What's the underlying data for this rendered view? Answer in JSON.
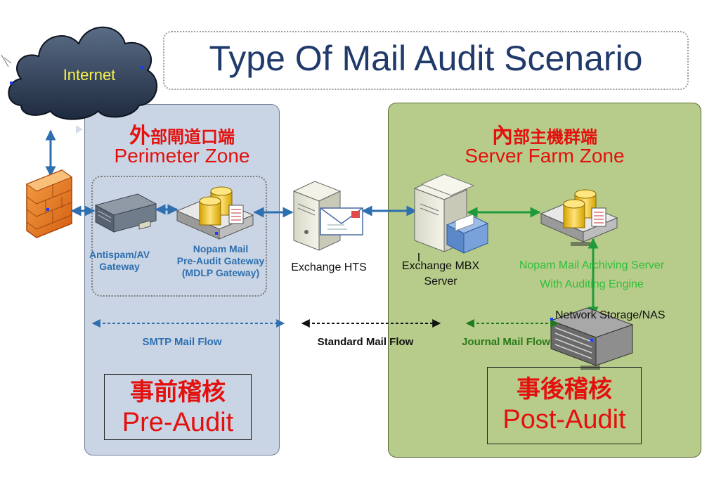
{
  "title": "Type Of Mail Audit Scenario",
  "internet_label": "Internet",
  "perimeter": {
    "cn_first": "外",
    "cn_rest": "部閘道口端",
    "en": "Perimeter Zone",
    "antispam_label": [
      "Antispam/AV",
      "Gateway"
    ],
    "preaudit_label": [
      "Nopam Mail",
      "Pre-Audit Gateway",
      "(MDLP Gateway)"
    ]
  },
  "exchange_hts_label": "Exchange HTS",
  "server_farm": {
    "cn_first": "內",
    "cn_rest": "部主機群端",
    "en": "Server Farm Zone",
    "mbx_label": [
      "Exchange MBX",
      "Server"
    ],
    "archiving_label": [
      "Nopam Mail Archiving Server",
      "With Auditing Engine"
    ],
    "nas_label": "Network Storage/NAS"
  },
  "flows": {
    "smtp": "SMTP Mail Flow",
    "standard": "Standard Mail Flow",
    "journal": "Journal Mail Flow"
  },
  "pre_audit": {
    "cn": "事前稽核",
    "en": "Pre-Audit"
  },
  "post_audit": {
    "cn": "事後稽核",
    "en": "Post-Audit"
  },
  "colors": {
    "title": "#1f3a6b",
    "zone_red": "#e3100e",
    "perimeter_bg": "#c9d5e4",
    "farm_bg": "#b7cc8a",
    "blue_arrow": "#2e6fb0",
    "green_arrow": "#1e9a3c",
    "flow_blue": "#2e6fb0",
    "flow_green": "#2a7a1a"
  },
  "icons": [
    "cloud-icon",
    "firewall-icon",
    "gateway-appliance-icon",
    "database-server-icon",
    "exchange-server-icon",
    "envelope-icon",
    "mailbox-server-icon",
    "nas-icon"
  ]
}
